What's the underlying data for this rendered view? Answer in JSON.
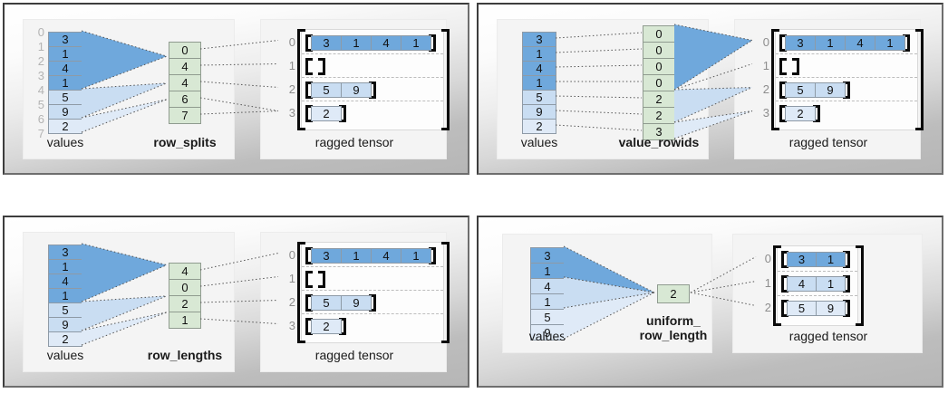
{
  "colors": {
    "group0": "#6fa8dc",
    "group1": "#c9ddf2",
    "group2": "#dfeaf7",
    "green": "#d8e8d4",
    "cell_border": "#8e9aa6",
    "index_label": "#b3b3b3",
    "row_label": "#8d8d8d",
    "bracket": "#0a0a0a",
    "panel_border": "#3d3d3d"
  },
  "panels": [
    {
      "id": "row-splits",
      "values_label": "values",
      "values": [
        "3",
        "1",
        "4",
        "1",
        "5",
        "9",
        "2"
      ],
      "value_groups": [
        0,
        0,
        0,
        0,
        1,
        1,
        2
      ],
      "value_indices": [
        "0",
        "1",
        "2",
        "3",
        "4",
        "5",
        "6",
        "7"
      ],
      "partition_label": "row_splits",
      "partition": [
        "0",
        "4",
        "4",
        "6",
        "7"
      ],
      "tensor_label": "ragged tensor",
      "tensor_row_labels": [
        "0",
        "1",
        "2",
        "3"
      ],
      "tensor_rows": [
        {
          "values": [
            "3",
            "1",
            "4",
            "1"
          ],
          "group": 0
        },
        {
          "values": [],
          "group": 0
        },
        {
          "values": [
            "5",
            "9"
          ],
          "group": 1
        },
        {
          "values": [
            "2"
          ],
          "group": 2
        }
      ]
    },
    {
      "id": "value-rowids",
      "values_label": "values",
      "values": [
        "3",
        "1",
        "4",
        "1",
        "5",
        "9",
        "2"
      ],
      "value_groups": [
        0,
        0,
        0,
        0,
        1,
        1,
        2
      ],
      "partition_label": "value_rowids",
      "partition": [
        "0",
        "0",
        "0",
        "0",
        "2",
        "2",
        "3"
      ],
      "tensor_label": "ragged tensor",
      "tensor_row_labels": [
        "0",
        "1",
        "2",
        "3"
      ],
      "tensor_rows": [
        {
          "values": [
            "3",
            "1",
            "4",
            "1"
          ],
          "group": 0
        },
        {
          "values": [],
          "group": 0
        },
        {
          "values": [
            "5",
            "9"
          ],
          "group": 1
        },
        {
          "values": [
            "2"
          ],
          "group": 2
        }
      ]
    },
    {
      "id": "row-lengths",
      "values_label": "values",
      "values": [
        "3",
        "1",
        "4",
        "1",
        "5",
        "9",
        "2"
      ],
      "value_groups": [
        0,
        0,
        0,
        0,
        1,
        1,
        2
      ],
      "partition_label": "row_lengths",
      "partition": [
        "4",
        "0",
        "2",
        "1"
      ],
      "tensor_label": "ragged tensor",
      "tensor_row_labels": [
        "0",
        "1",
        "2",
        "3"
      ],
      "tensor_rows": [
        {
          "values": [
            "3",
            "1",
            "4",
            "1"
          ],
          "group": 0
        },
        {
          "values": [],
          "group": 0
        },
        {
          "values": [
            "5",
            "9"
          ],
          "group": 1
        },
        {
          "values": [
            "2"
          ],
          "group": 2
        }
      ]
    },
    {
      "id": "uniform-row-length",
      "values_label": "values",
      "values": [
        "3",
        "1",
        "4",
        "1",
        "5",
        "9"
      ],
      "value_groups": [
        0,
        0,
        1,
        1,
        2,
        2
      ],
      "partition_label": "uniform_\nrow_length",
      "partition": [
        "2"
      ],
      "tensor_label": "ragged tensor",
      "tensor_row_labels": [
        "0",
        "1",
        "2"
      ],
      "tensor_rows": [
        {
          "values": [
            "3",
            "1"
          ],
          "group": 0
        },
        {
          "values": [
            "4",
            "1"
          ],
          "group": 1
        },
        {
          "values": [
            "5",
            "9"
          ],
          "group": 2
        }
      ]
    }
  ]
}
